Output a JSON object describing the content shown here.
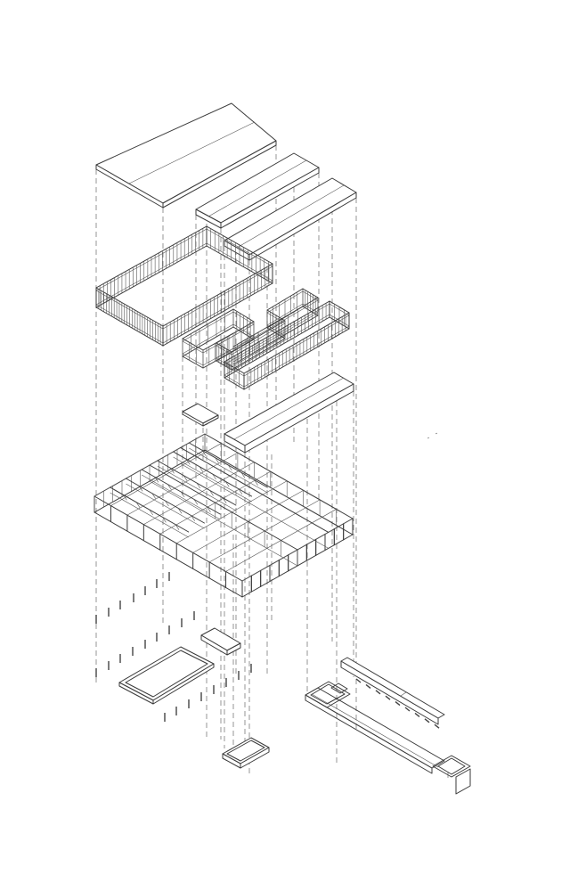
{
  "diagram": {
    "type": "exploded-axonometric",
    "colors": {
      "background": "#ffffff",
      "line": "#3a3a3a",
      "guide": "#6a6a6a"
    },
    "components": [
      {
        "id": "roof-large"
      },
      {
        "id": "roof-strip-1"
      },
      {
        "id": "roof-strip-2"
      },
      {
        "id": "facade-screen-large"
      },
      {
        "id": "facade-screen-middle"
      },
      {
        "id": "facade-screen-right"
      },
      {
        "id": "slab-small"
      },
      {
        "id": "slab-long"
      },
      {
        "id": "structural-frame"
      },
      {
        "id": "columns-and-footings"
      },
      {
        "id": "pit"
      },
      {
        "id": "ground-plan"
      }
    ]
  }
}
